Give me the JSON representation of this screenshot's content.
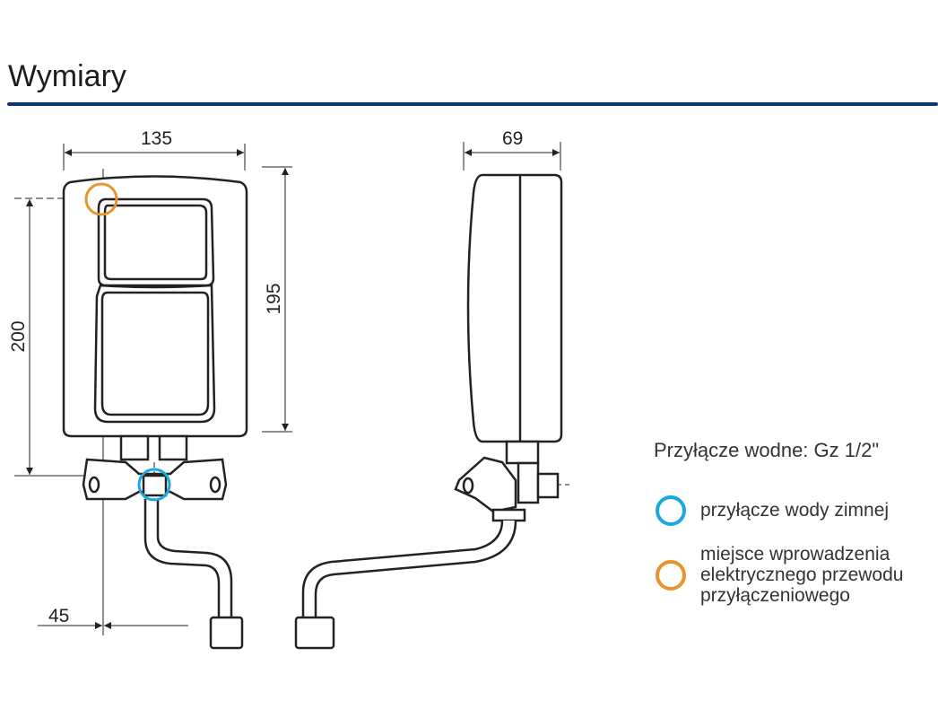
{
  "title": "Wymiary",
  "dimensions": {
    "width_front": "135",
    "height_body": "195",
    "height_total": "200",
    "offset_left": "45",
    "depth_side": "69"
  },
  "legend": {
    "connection": "Przyłącze wodne: Gz 1/2\"",
    "items": [
      {
        "label": "przyłącze wody zimnej",
        "color": "#1aa9df"
      },
      {
        "label": "miejsce wprowadzenia elektrycznego przewodu przyłączeniowego",
        "color": "#e8952e"
      }
    ]
  },
  "colors": {
    "rule": "#0b3874",
    "cold_water": "#1aa9df",
    "electrical": "#e8952e"
  }
}
